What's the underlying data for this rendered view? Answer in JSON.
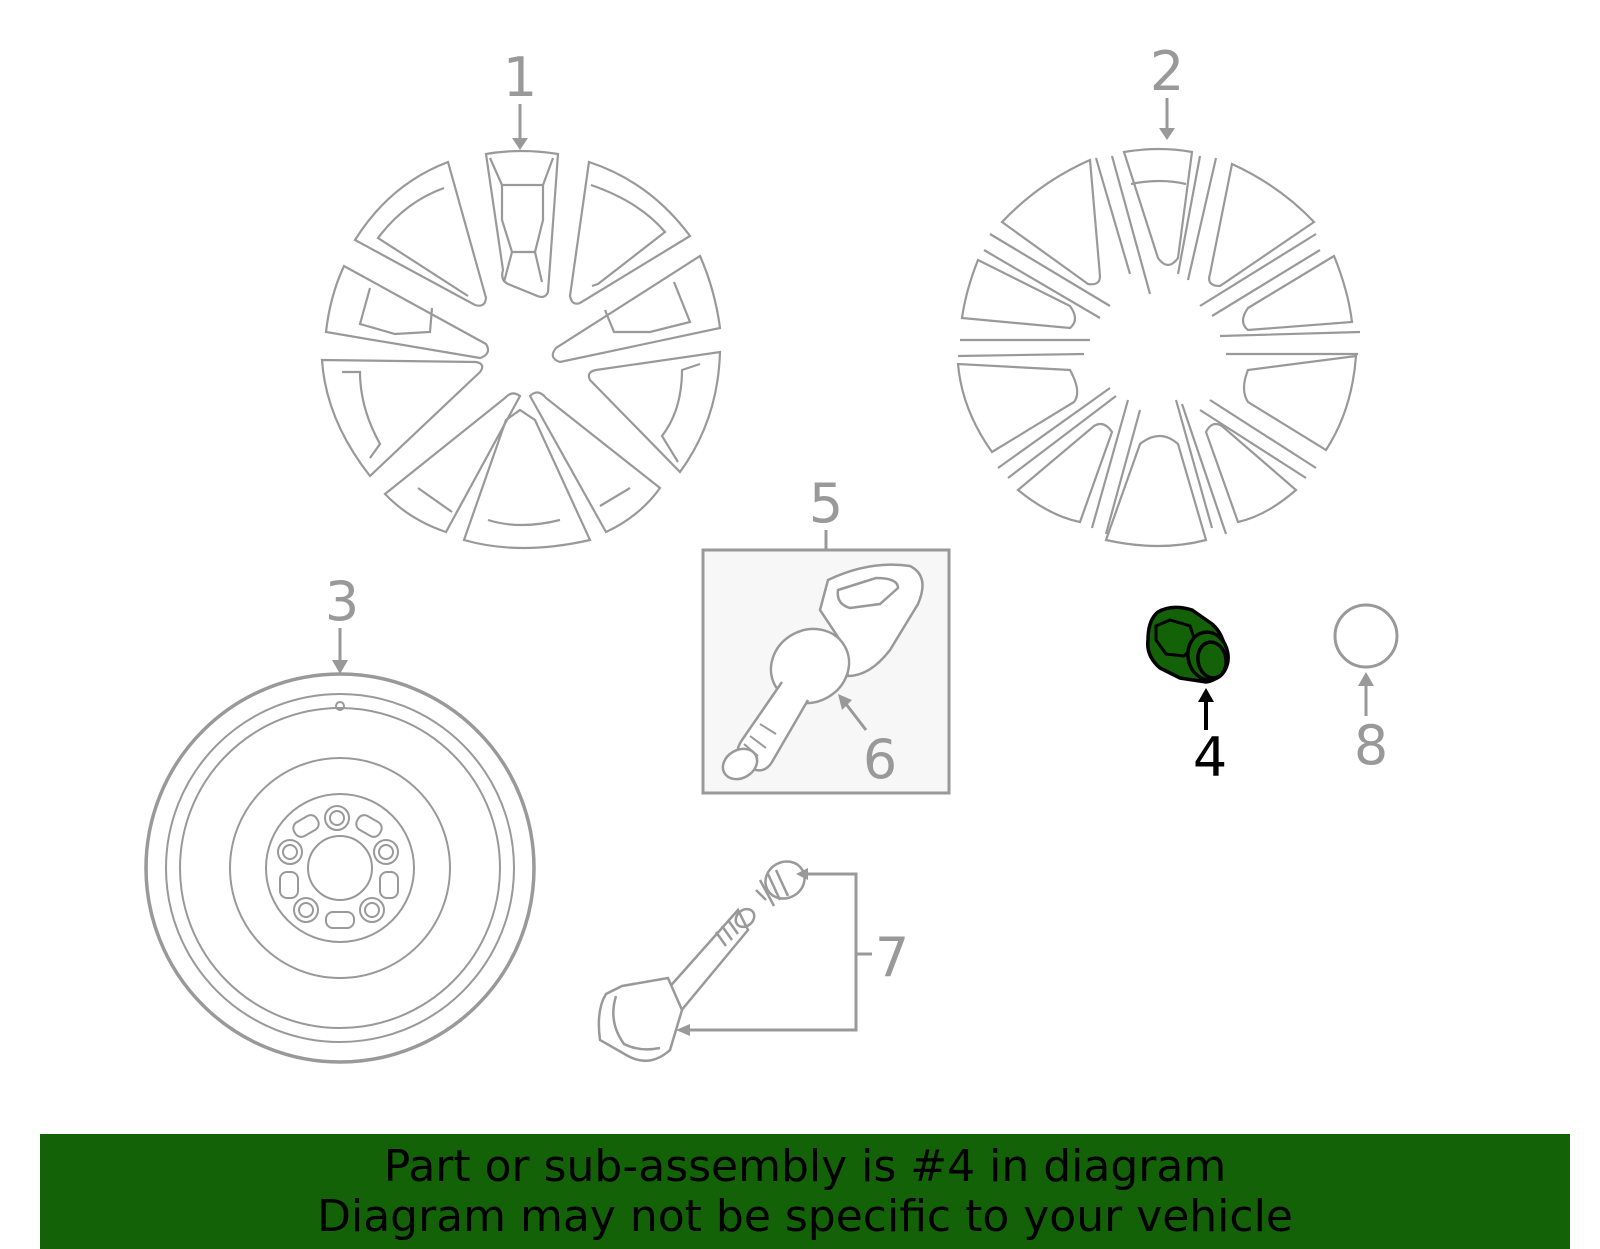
{
  "diagram": {
    "colors": {
      "line": "#999999",
      "highlight_fill": "#136207",
      "highlight_stroke": "#000000",
      "banner_bg": "#136207",
      "banner_text": "#000000",
      "box_fill": "#f7f7f7"
    },
    "callouts": [
      {
        "number": "1",
        "part": "alloy-wheel-7-spoke"
      },
      {
        "number": "2",
        "part": "alloy-wheel-multi-spoke"
      },
      {
        "number": "3",
        "part": "spare-wheel"
      },
      {
        "number": "4",
        "part": "lug-nut",
        "highlighted": true
      },
      {
        "number": "5",
        "part": "tpms-sensor-assembly"
      },
      {
        "number": "6",
        "part": "tpms-valve-stem"
      },
      {
        "number": "7",
        "part": "valve-stem-and-cap"
      },
      {
        "number": "8",
        "part": "o-ring-seal"
      }
    ]
  },
  "banner": {
    "line1": "Part or sub-assembly is #4 in diagram",
    "line2": "Diagram may not be specific to your vehicle"
  }
}
